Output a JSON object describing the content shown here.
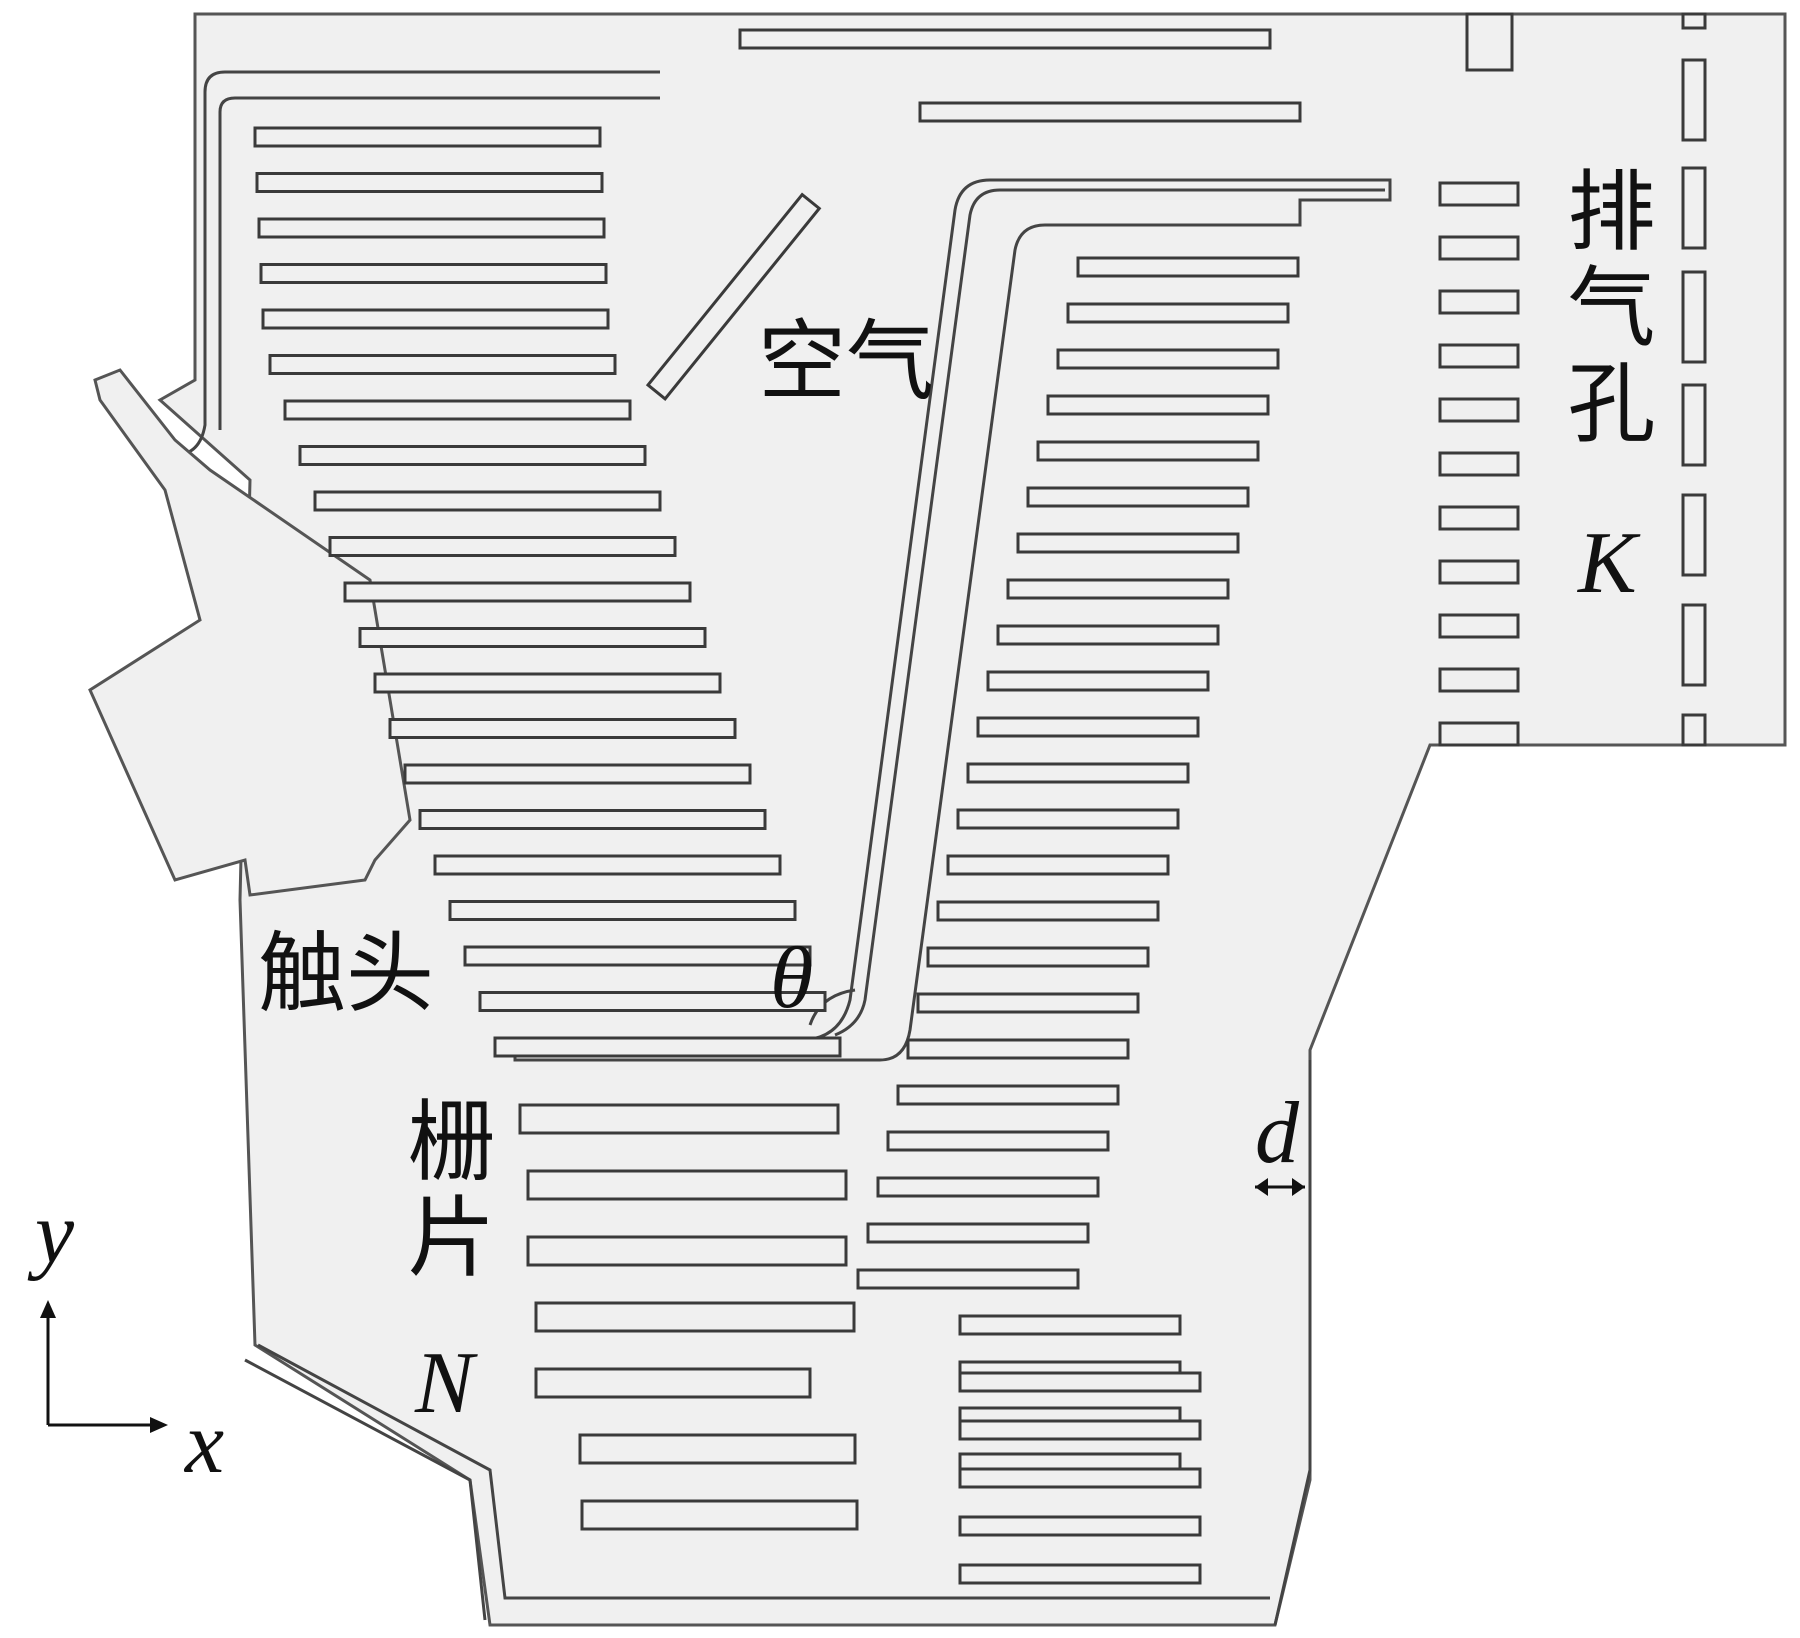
{
  "labels": {
    "air": "空气",
    "contact": "触头",
    "grid_plates_cn": "栅片",
    "grid_plates_sym": "N",
    "vent_holes_cn": "排气孔",
    "vent_holes_sym": "K",
    "angle_symbol": "θ",
    "gap_symbol": "d",
    "axis_x": "x",
    "axis_y": "y"
  },
  "colors": {
    "fill": "#f0f0f0",
    "outline": "#555555",
    "text": "#111111"
  }
}
